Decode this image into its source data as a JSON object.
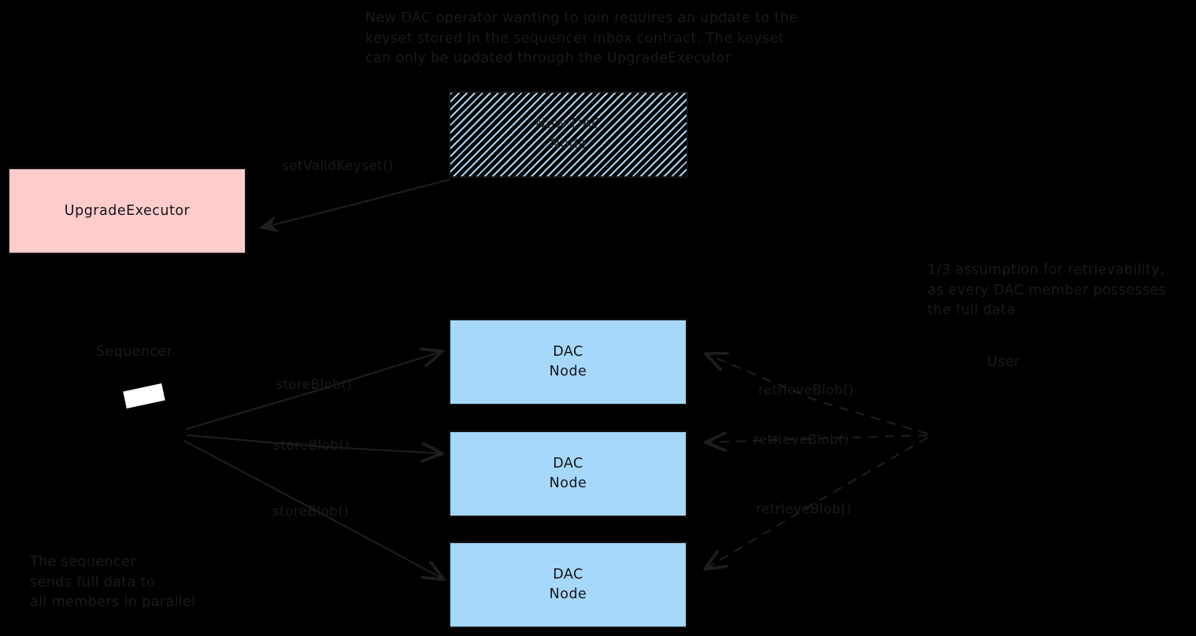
{
  "diagram": {
    "background_color": "#000000",
    "ink_color": "#1a1a1a",
    "pink_color": "#ffcccc",
    "blue_color": "#a5d8fb"
  },
  "notes": {
    "keyset_update": "New DAC operator wanting to join requires an update to the\nkeyset stored in the sequencer inbox contract. The keyset\ncan only be updated through the UpgradeExecutor",
    "retrievability": "1/3 assumption for retrievability,\nas every DAC member possesses\nthe full data",
    "sequencer_parallel": "The sequencer\nsends full data to\nall members in parallel"
  },
  "nodes": {
    "new_dac_node": "New DAC\nNode",
    "upgrade_executor": "UpgradeExecutor",
    "dac_node_1": "DAC\nNode",
    "dac_node_2": "DAC\nNode",
    "dac_node_3": "DAC\nNode"
  },
  "actors": {
    "sequencer": "Sequencer",
    "user": "User"
  },
  "edges": {
    "set_valid_keyset": "setValidKeyset()",
    "store_blob_1": "storeBlob()",
    "store_blob_2": "storeBlob()",
    "store_blob_3": "storeBlob()",
    "retrieve_blob_1": "retrieveBlob()",
    "retrieve_blob_2": "retrieveBlob()",
    "retrieve_blob_3": "retrieveBlob()"
  }
}
